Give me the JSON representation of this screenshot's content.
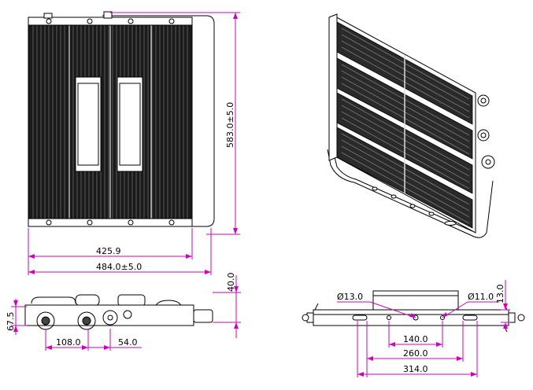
{
  "dimensions": {
    "height_total": "583.0±5.0",
    "width_inner": "425.9",
    "width_total": "484.0±5.0",
    "side_height": "40.0",
    "side_depth": "67.5",
    "side_spacing_1": "108.0",
    "side_spacing_2": "54.0",
    "hole_large": "Ø13.0",
    "hole_small": "Ø11.0",
    "bracket_thickness": "13.0",
    "hole_spacing_1": "140.0",
    "hole_spacing_2": "260.0",
    "hole_spacing_3": "314.0"
  },
  "colors": {
    "dimension_line": "#d000c0",
    "outline": "#000000",
    "heatsink_fill": "#111111"
  }
}
